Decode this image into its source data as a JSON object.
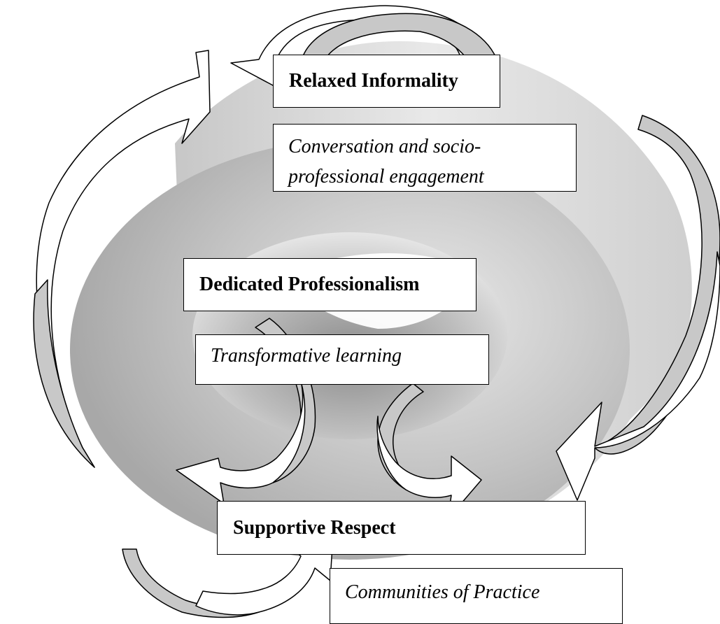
{
  "diagram": {
    "nodes": {
      "relaxed_informality": "Relaxed Informality",
      "conversation": [
        "Conversation and socio-",
        "professional engagement"
      ],
      "dedicated_professionalism": "Dedicated Professionalism",
      "transformative_learning": "Transformative learning",
      "supportive_respect": "Supportive Respect",
      "communities_of_practice": "Communities of Practice"
    },
    "colors": {
      "ring_dark": "#9a9a9a",
      "ring_light": "#e8e8e8",
      "arrow_fill_grey": "#c8c8c8",
      "arrow_fill_white": "#ffffff",
      "stroke": "#000000"
    }
  }
}
